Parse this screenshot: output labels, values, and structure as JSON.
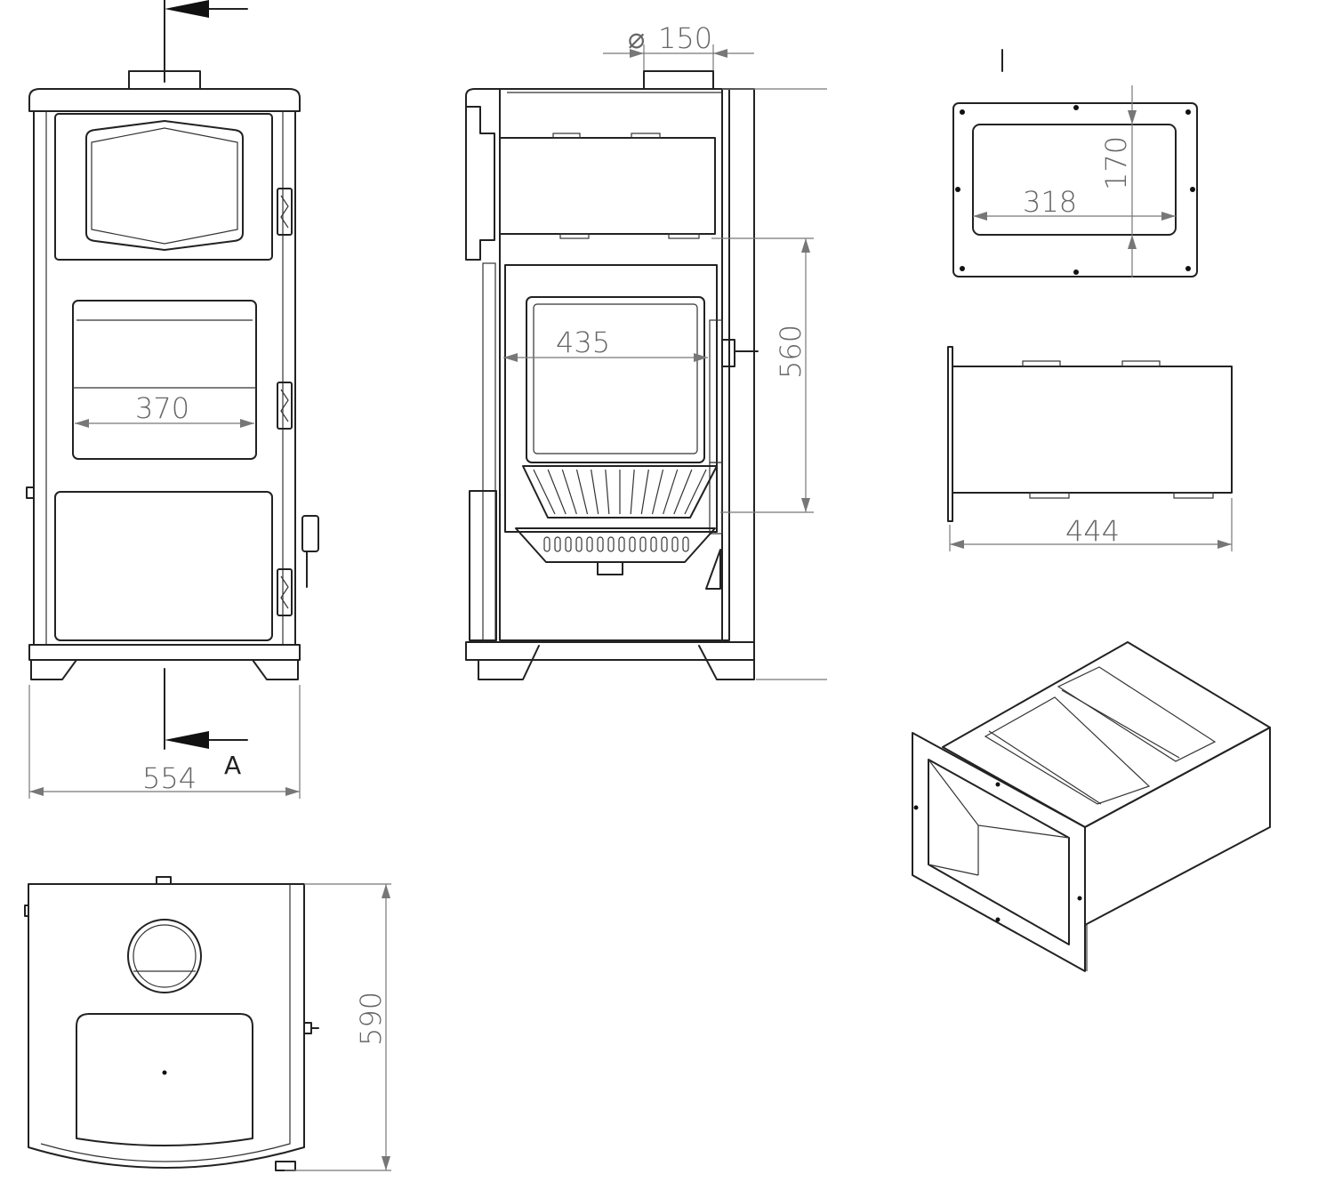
{
  "dimensions": {
    "flue_diameter": "150",
    "front_width": "554",
    "oven_width": "370",
    "firebox_depth": "435",
    "firebox_height": "560",
    "top_depth": "590",
    "opening_width": "318",
    "opening_height": "170",
    "box_length": "444"
  },
  "section_label": "A",
  "diameter_symbol": "⌀"
}
